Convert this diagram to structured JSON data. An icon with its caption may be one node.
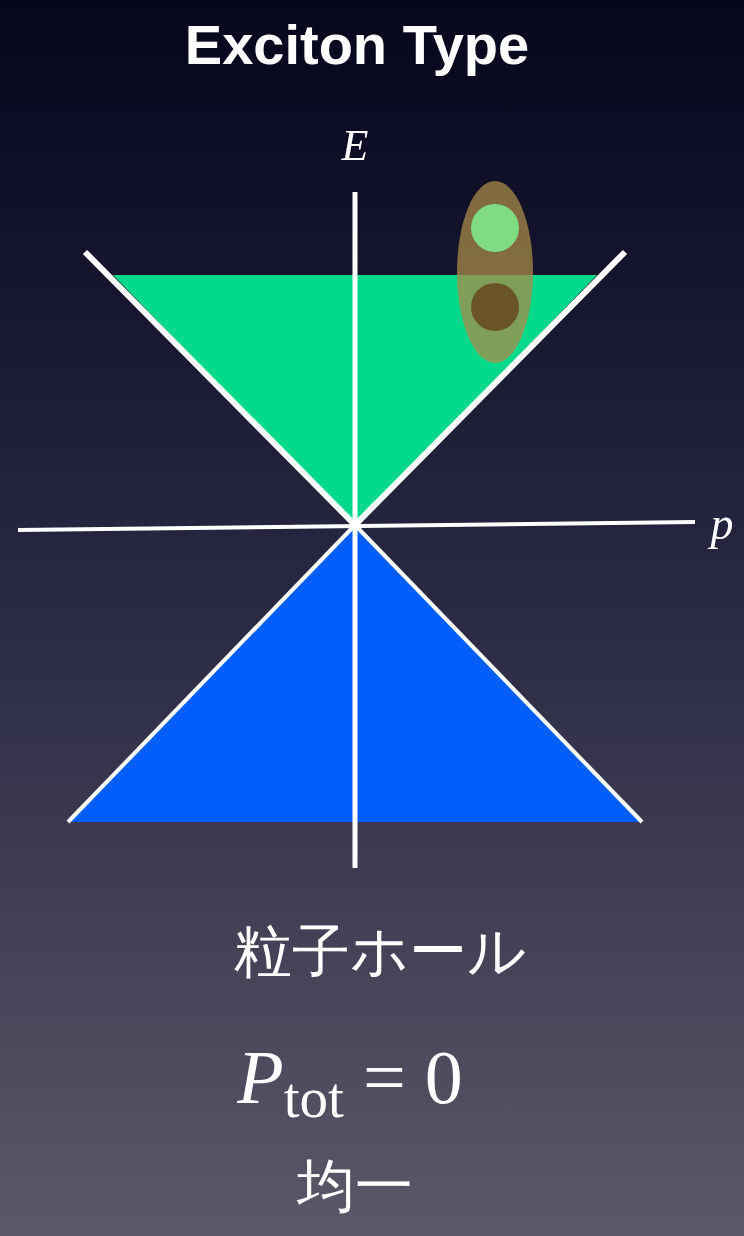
{
  "diagram": {
    "title": "Exciton Type",
    "labels": [
      "E",
      "p",
      "粒子ホール",
      "*P*$_{tot}$ = 0",
      "均一"
    ]
  }
}
